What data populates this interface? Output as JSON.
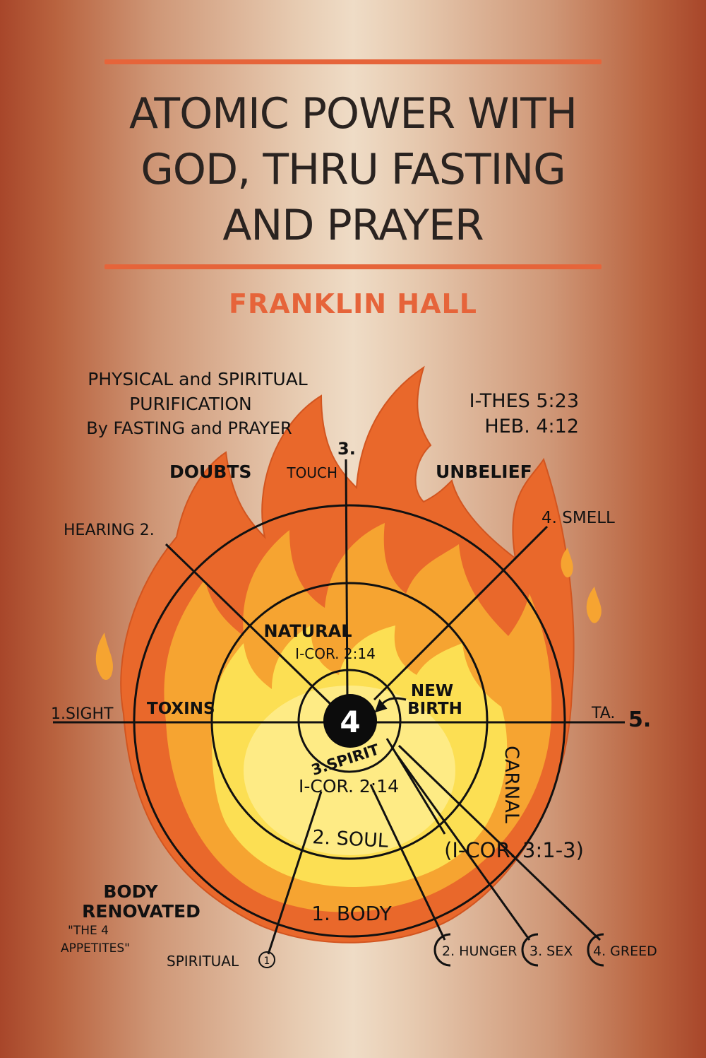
{
  "cover": {
    "title_lines": [
      "ATOMIC POWER WITH",
      "GOD, THRU FASTING",
      "AND PRAYER"
    ],
    "author": "FRANKLIN HALL"
  },
  "diagram": {
    "caption_lines": [
      "PHYSICAL and SPIRITUAL",
      "PURIFICATION",
      "By FASTING and PRAYER"
    ],
    "refs_lines": [
      "I-THES 5:23",
      "HEB. 4:12"
    ],
    "doubts": "DOUBTS",
    "unbelief": "UNBELIEF",
    "touch": "TOUCH",
    "touch_num": "3.",
    "hearing": "HEARING 2.",
    "smell": "4. SMELL",
    "sight": "1.SIGHT",
    "taste": "TA.",
    "taste_num": "5.",
    "toxins": "TOXINS",
    "natural": "NATURAL",
    "natural_ref": "I-COR. 2:14",
    "new_birth_lines": [
      "NEW",
      "BIRTH"
    ],
    "center": "4",
    "spirit": "3.SPIRIT",
    "spirit_ref": "I-COR. 2:14",
    "soul": "2. SOUL",
    "body": "1. BODY",
    "carnal": "CARNAL",
    "carnal_ref": "(I-COR. 3:1-3)",
    "body_renovated_lines": [
      "BODY",
      "RENOVATED"
    ],
    "appetites_lines": [
      "\"THE 4",
      "APPETITES\""
    ],
    "spiritual": "SPIRITUAL",
    "spiritual_num": "1",
    "hunger": "2. HUNGER",
    "sex": "3. SEX",
    "greed": "4. GREED"
  },
  "colors": {
    "accent": "#e6643a",
    "title_text": "#2a2320",
    "flame_outer": "#e9682b",
    "flame_mid": "#f6a431",
    "flame_inner": "#fcdf53",
    "flame_core": "#fff3a6"
  }
}
